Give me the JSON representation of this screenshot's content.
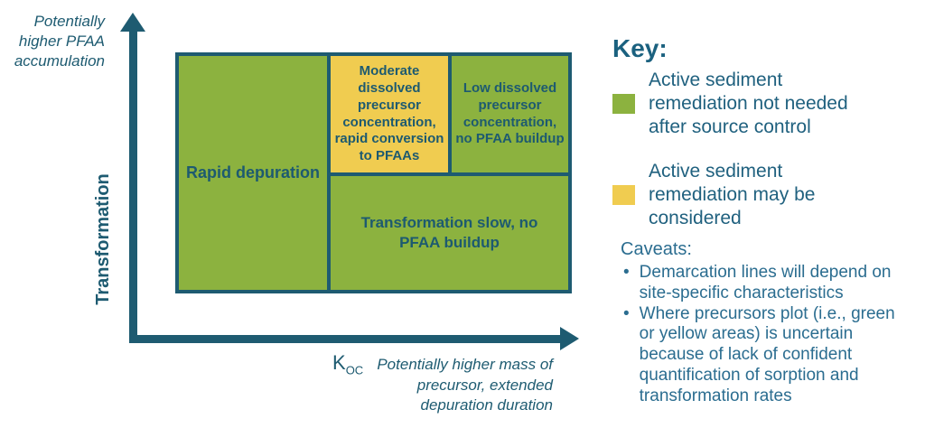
{
  "colors": {
    "green": "#8CB23F",
    "yellow": "#F0CC50",
    "teal": "#1E5B71",
    "key_text": "#20617F",
    "caveat_text": "#2B6D90"
  },
  "diagram": {
    "y_axis_annotation": "Potentially higher PFAA accumulation",
    "y_axis_label": "Transformation",
    "x_axis_symbol_main": "K",
    "x_axis_symbol_sub": "OC",
    "x_axis_annotation": "Potentially higher mass of precursor, extended depuration duration",
    "regions": {
      "left": "Rapid depuration",
      "top_middle": "Moderate dissolved precursor concentration, rapid conversion to PFAAs",
      "top_right": "Low dissolved precursor concentration, no PFAA buildup",
      "bottom": "Transformation slow, no PFAA buildup"
    }
  },
  "key": {
    "title": "Key:",
    "items": [
      {
        "swatch": "green",
        "label": "Active sediment remediation not needed after source control"
      },
      {
        "swatch": "yellow",
        "label": "Active sediment remediation may be considered"
      }
    ]
  },
  "caveats": {
    "title": "Caveats:",
    "bullet": "•",
    "items": [
      "Demarcation lines will depend on site-specific characteristics",
      "Where precursors plot (i.e., green or yellow areas) is uncertain because of lack of confident quantification of sorption and transformation rates"
    ]
  }
}
